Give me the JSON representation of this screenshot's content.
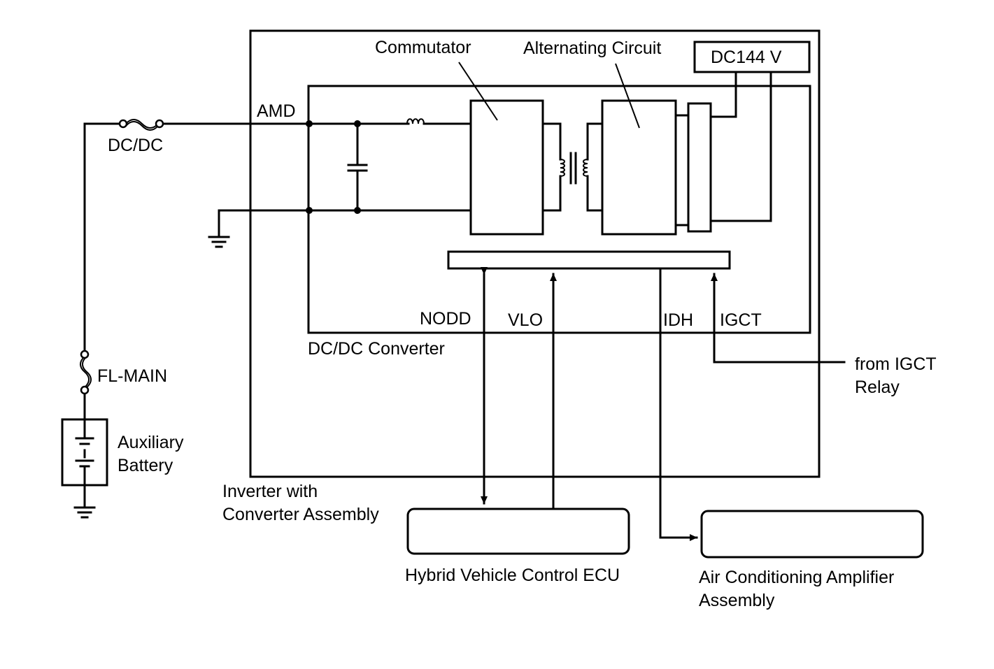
{
  "labels": {
    "commutator": "Commutator",
    "alternating_circuit": "Alternating Circuit",
    "dc144v": "DC144 V",
    "amd": "AMD",
    "dcdc_fuse": "DC/DC",
    "fl_main": "FL-MAIN",
    "aux_battery_line1": "Auxiliary",
    "aux_battery_line2": "Battery",
    "nodd": "NODD",
    "vlo": "VLO",
    "idh": "IDH",
    "igct": "IGCT",
    "dcdc_converter": "DC/DC Converter",
    "from_igct_line1": "from IGCT",
    "from_igct_line2": "Relay",
    "inverter_line1": "Inverter with",
    "inverter_line2": "Converter Assembly",
    "hv_ecu": "Hybrid Vehicle Control ECU",
    "ac_amp_line1": "Air Conditioning Amplifier",
    "ac_amp_line2": "Assembly"
  }
}
